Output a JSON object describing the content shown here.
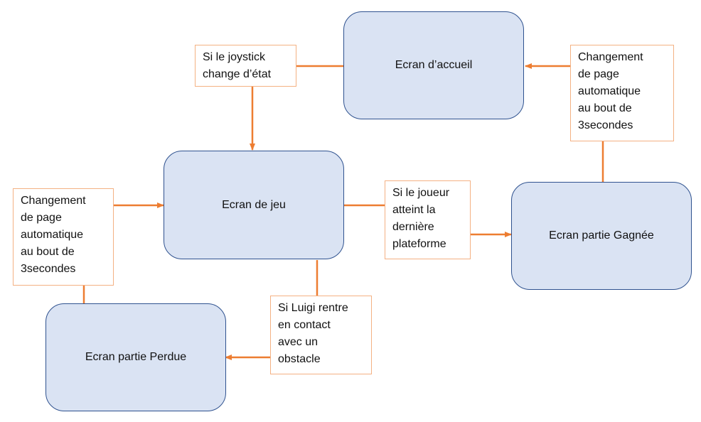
{
  "colors": {
    "node_fill": "#dae3f3",
    "node_border": "#2f528f",
    "arrow": "#ed7d31",
    "label_border": "#f4b183"
  },
  "nodes": {
    "accueil": "Ecran d’accueil",
    "jeu": "Ecran de jeu",
    "gagnee": "Ecran partie Gagnée",
    "perdue": "Ecran partie Perdue"
  },
  "transitions": {
    "joystick": "Si le joystick\nchange d’état",
    "auto_from_gagnee": "Changement\nde page\nautomatique\nau bout de\n3secondes",
    "auto_from_perdue": "Changement\nde page\nautomatique\nau bout de\n3secondes",
    "derniere_plateforme": "Si le joueur\natteint la\ndernière\nplateforme",
    "obstacle": "Si Luigi rentre\nen contact\navec un\nobstacle"
  }
}
